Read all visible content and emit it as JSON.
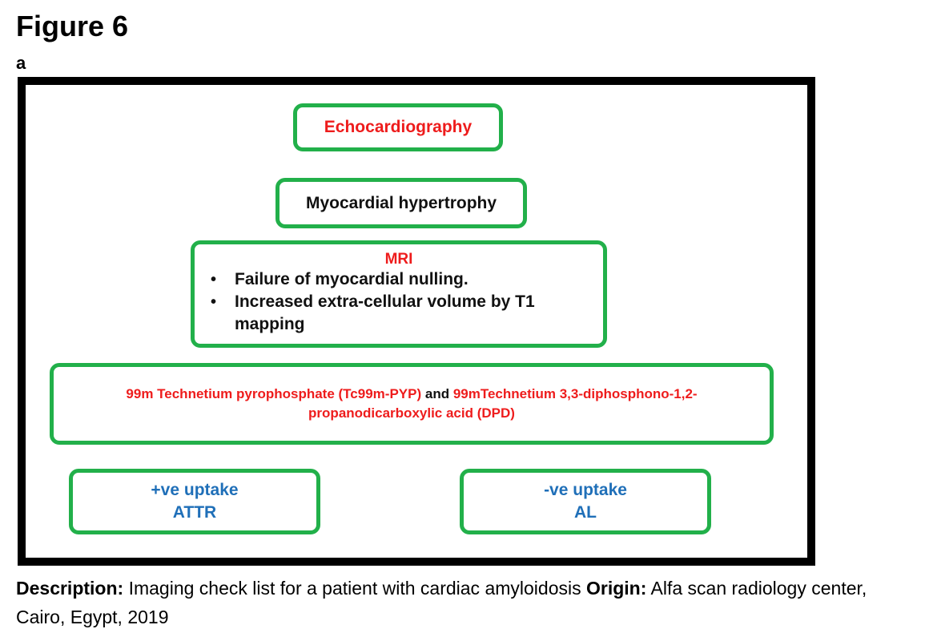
{
  "figure": {
    "title": "Figure 6",
    "panel_label": "a"
  },
  "diagram": {
    "echocardiography": "Echocardiography",
    "hypertrophy": "Myocardial hypertrophy",
    "mri": {
      "title": "MRI",
      "items": [
        "Failure of myocardial nulling.",
        "Increased extra-cellular volume by T1 mapping"
      ]
    },
    "technetium": {
      "part1": "99m Technetium pyrophosphate (Tc99m-PYP)",
      "connector": " and ",
      "part2": "99mTechnetium 3,3-diphosphono-1,2-propanodicarboxylic acid (DPD)"
    },
    "positive": {
      "line1": "+ve uptake",
      "line2": "ATTR"
    },
    "negative": {
      "line1": "-ve uptake",
      "line2": "AL"
    }
  },
  "caption": {
    "description_label": "Description:",
    "description_text": " Imaging check list for a patient with cardiac amyloidosis ",
    "origin_label": "Origin:",
    "origin_text": " Alfa scan radiology center, Cairo, Egypt, 2019"
  },
  "colors": {
    "box_border": "#22b04a",
    "highlight_red": "#ee1c1c",
    "uptake_blue": "#1f6fb8",
    "frame": "#000000"
  }
}
